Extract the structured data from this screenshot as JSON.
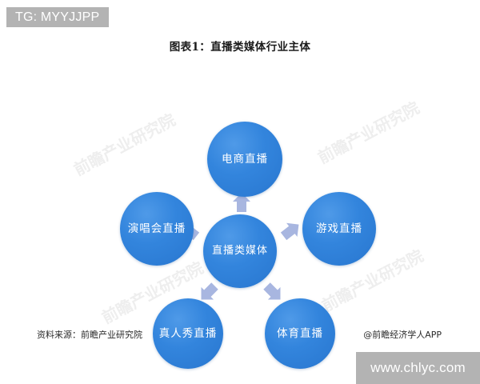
{
  "overlay": {
    "uploader_tag": "TG: MYYJJPP",
    "site_watermark": "www.chlyc.com",
    "background_watermarks": [
      "前瞻产业研究院",
      "前瞻产业研究院",
      "前瞻产业研究院",
      "前瞻产业研究院"
    ]
  },
  "chart_data": {
    "type": "diagram",
    "diagram_style": "hub-and-spoke",
    "title": "图表1：直播类媒体行业主体",
    "center": {
      "label": "直播类媒体"
    },
    "nodes": [
      {
        "id": "ecommerce",
        "label": "电商直播",
        "position": "top"
      },
      {
        "id": "game",
        "label": "游戏直播",
        "position": "right"
      },
      {
        "id": "concert",
        "label": "演唱会直播",
        "position": "left"
      },
      {
        "id": "showcase",
        "label": "真人秀直播",
        "position": "bottom-left"
      },
      {
        "id": "sports",
        "label": "体育直播",
        "position": "bottom-right"
      }
    ],
    "edges": [
      {
        "from": "center",
        "to": "ecommerce",
        "direction": "up"
      },
      {
        "from": "center",
        "to": "game",
        "direction": "up-right"
      },
      {
        "from": "center",
        "to": "concert",
        "direction": "up-left"
      },
      {
        "from": "center",
        "to": "showcase",
        "direction": "down-left"
      },
      {
        "from": "center",
        "to": "sports",
        "direction": "down-right"
      }
    ],
    "colors": {
      "node_fill": "#3385dd",
      "node_fill_light": "#4f9ae8",
      "node_text": "#ffffff",
      "arrow_fill": "#a8b6e0",
      "background": "#ffffff",
      "bar_gray": "#b3b3b3"
    },
    "legend": [],
    "annotations": []
  },
  "footer": {
    "source": "资料来源：前瞻产业研究院",
    "app_credit": "@前瞻经济学人APP"
  }
}
